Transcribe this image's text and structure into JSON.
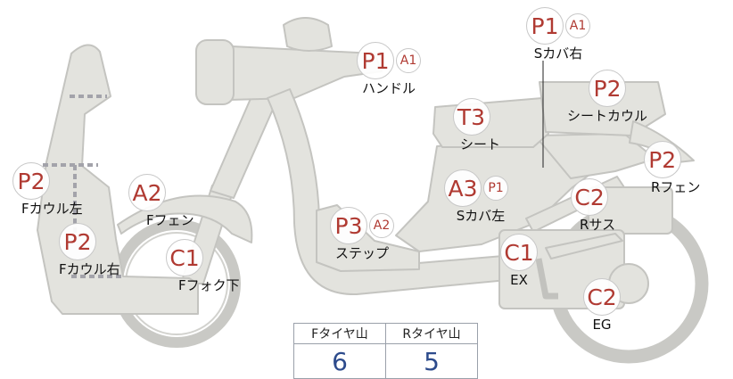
{
  "parts": [
    {
      "id": "handle",
      "grade": "P1",
      "sub": "A1",
      "label": "ハンドル"
    },
    {
      "id": "s-cover-r",
      "grade": "P1",
      "sub": "A1",
      "label": "Sカバ右"
    },
    {
      "id": "seat-cowl",
      "grade": "P2",
      "sub": "",
      "label": "シートカウル"
    },
    {
      "id": "seat",
      "grade": "T3",
      "sub": "",
      "label": "シート"
    },
    {
      "id": "r-fender",
      "grade": "P2",
      "sub": "",
      "label": "Rフェン"
    },
    {
      "id": "f-cowl-l",
      "grade": "P2",
      "sub": "",
      "label": "Fカウル左"
    },
    {
      "id": "f-fender",
      "grade": "A2",
      "sub": "",
      "label": "Fフェン"
    },
    {
      "id": "s-cover-l",
      "grade": "A3",
      "sub": "P1",
      "label": "Sカバ左"
    },
    {
      "id": "r-sus",
      "grade": "C2",
      "sub": "",
      "label": "Rサス"
    },
    {
      "id": "step",
      "grade": "P3",
      "sub": "A2",
      "label": "ステップ"
    },
    {
      "id": "f-cowl-r",
      "grade": "P2",
      "sub": "",
      "label": "Fカウル右"
    },
    {
      "id": "f-fork-lo",
      "grade": "C1",
      "sub": "",
      "label": "Fフォク下"
    },
    {
      "id": "ex",
      "grade": "C1",
      "sub": "",
      "label": "EX"
    },
    {
      "id": "eg",
      "grade": "C2",
      "sub": "",
      "label": "EG"
    }
  ],
  "tires": {
    "front_label": "Fタイヤ山",
    "rear_label": "Rタイヤ山",
    "front_value": "6",
    "rear_value": "5"
  },
  "colors": {
    "body_fill": "#e3e3de",
    "body_stroke": "#c4c4c0",
    "grade_text": "#b03a32",
    "tire_value": "#2d4b8c"
  }
}
